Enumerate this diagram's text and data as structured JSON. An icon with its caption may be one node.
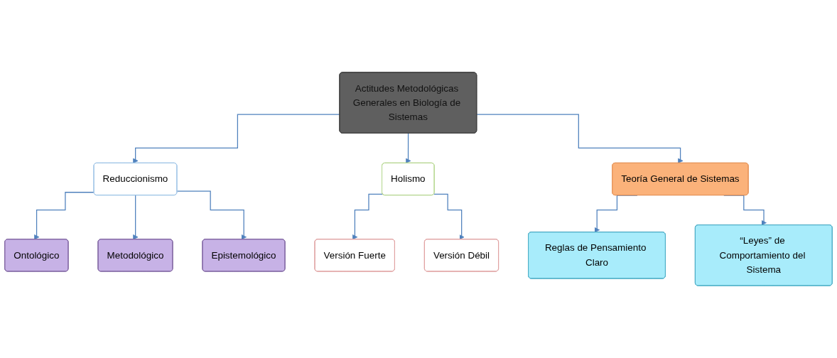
{
  "diagram": {
    "nodes": [
      {
        "text": [
          "Actitudes Metodológicas Generales en Biología de Sistemas"
        ]
      },
      {
        "text": [
          "Reduccionismo"
        ]
      },
      {
        "text": [
          "Holismo"
        ]
      },
      {
        "text": [
          "Teoría General de Sistemas"
        ]
      },
      {
        "text": [
          "Versión Fuerte"
        ]
      },
      {
        "text": [
          "Versión Débil"
        ]
      },
      {
        "text": [
          "Ontológico"
        ]
      },
      {
        "text": [
          "Metodológico"
        ]
      },
      {
        "text": [
          "Epistemológico"
        ]
      },
      {
        "text": [
          "Reglas de Pensamiento Claro"
        ]
      },
      {
        "text": [
          "“Leyes” de Comportamiento del Sistema"
        ]
      }
    ],
    "edges": [
      {
        "from": 0,
        "to": 1,
        "arrow": "to"
      },
      {
        "from": 0,
        "to": 2,
        "arrow": "to"
      },
      {
        "from": 0,
        "to": 3,
        "arrow": "to"
      },
      {
        "from": 2,
        "to": 4,
        "arrow": "to"
      },
      {
        "from": 2,
        "to": 5,
        "arrow": "to"
      },
      {
        "from": 1,
        "to": 6,
        "arrow": "to"
      },
      {
        "from": 1,
        "to": 7,
        "arrow": "to"
      },
      {
        "from": 1,
        "to": 8,
        "arrow": "to"
      },
      {
        "from": 3,
        "to": 9,
        "arrow": "to"
      },
      {
        "from": 3,
        "to": 10,
        "arrow": "to"
      }
    ]
  }
}
